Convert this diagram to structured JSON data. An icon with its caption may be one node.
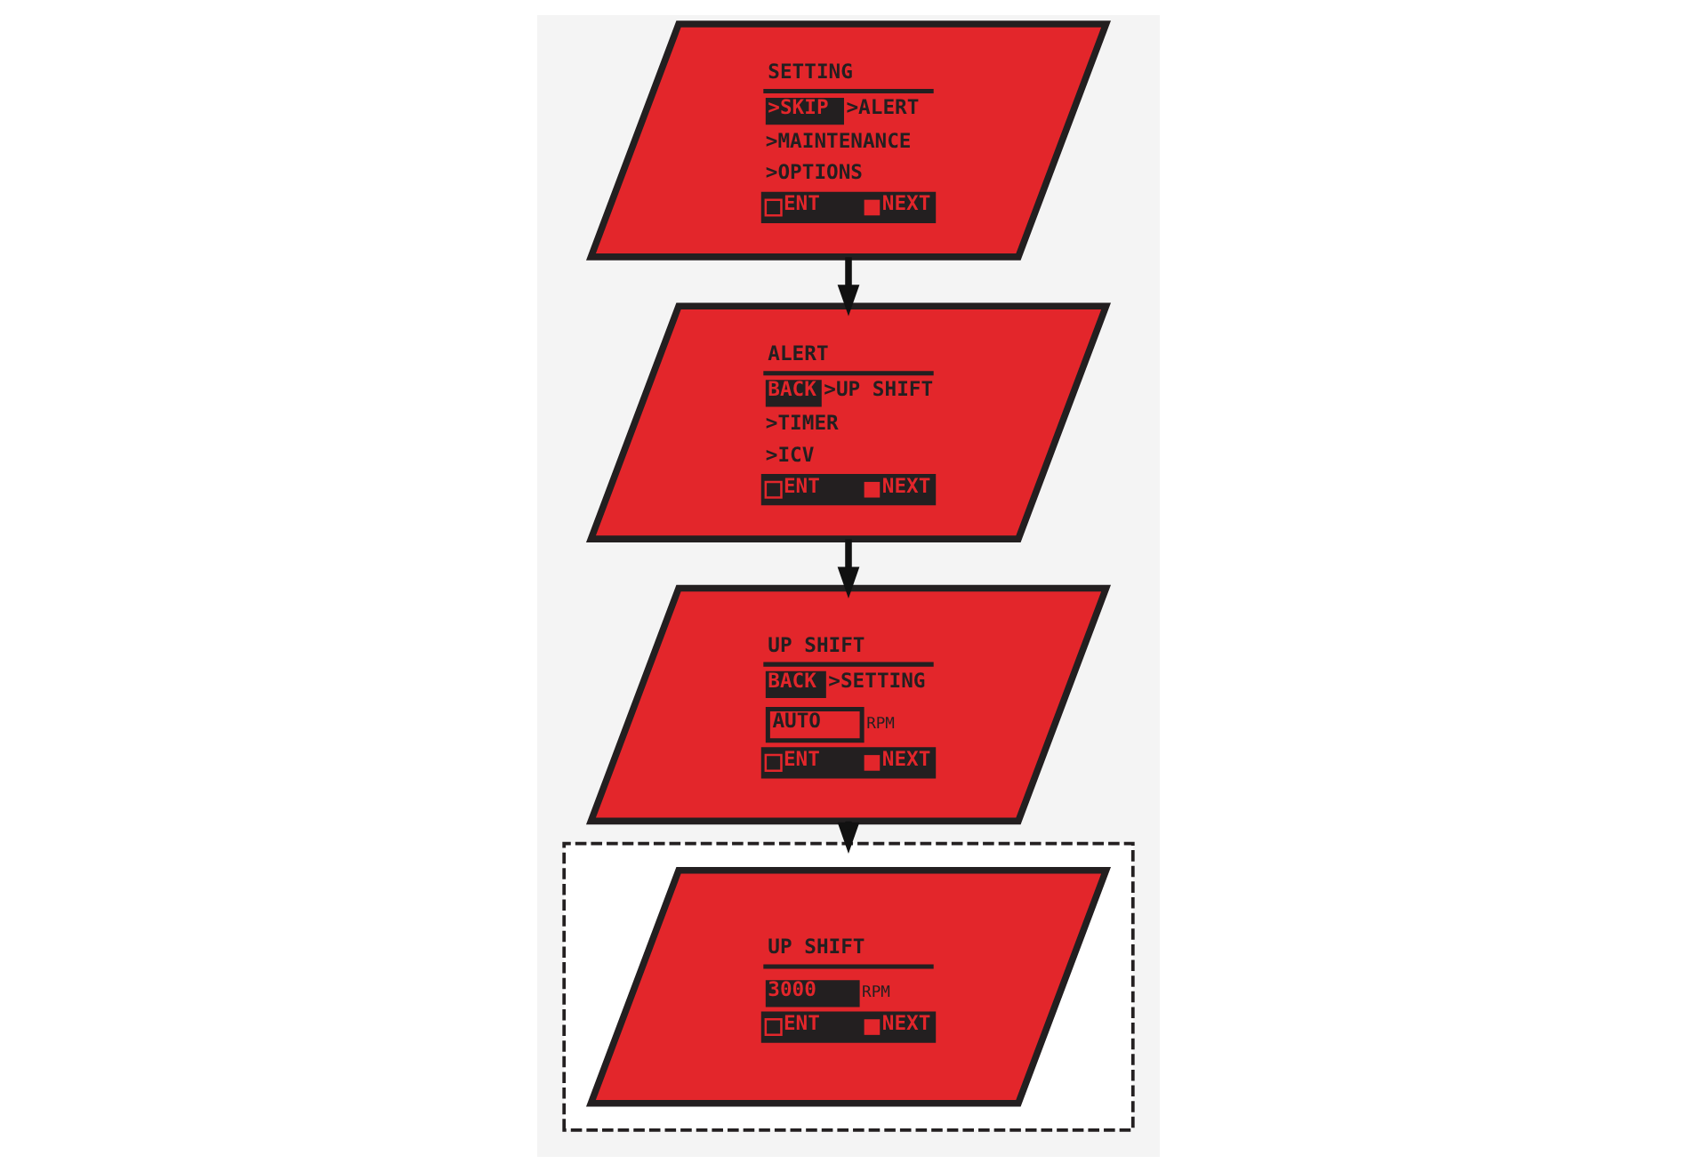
{
  "diagram": {
    "nodes": [
      {
        "text": [
          "SETTING",
          ">SKIP",
          ">ALERT",
          ">MAINTENANCE",
          ">OPTIONS",
          "ENT",
          "NEXT"
        ]
      },
      {
        "text": [
          "ALERT",
          "BACK",
          ">UP SHIFT",
          ">TIMER",
          ">ICV",
          "ENT",
          "NEXT"
        ]
      },
      {
        "text": [
          "UP SHIFT",
          "BACK",
          ">SETTING",
          "AUTO",
          "RPM",
          "ENT",
          "NEXT"
        ]
      },
      {
        "text": [],
        "shape": "box"
      },
      {
        "text": [
          "UP SHIFT",
          "3000",
          "RPM",
          "ENT",
          "NEXT"
        ],
        "in": 3
      }
    ],
    "edges": [
      {
        "from": 0,
        "to": 1,
        "arrow": "to"
      },
      {
        "from": 1,
        "to": 2,
        "arrow": "to"
      },
      {
        "from": 2,
        "to": 3,
        "arrow": "to"
      }
    ]
  }
}
